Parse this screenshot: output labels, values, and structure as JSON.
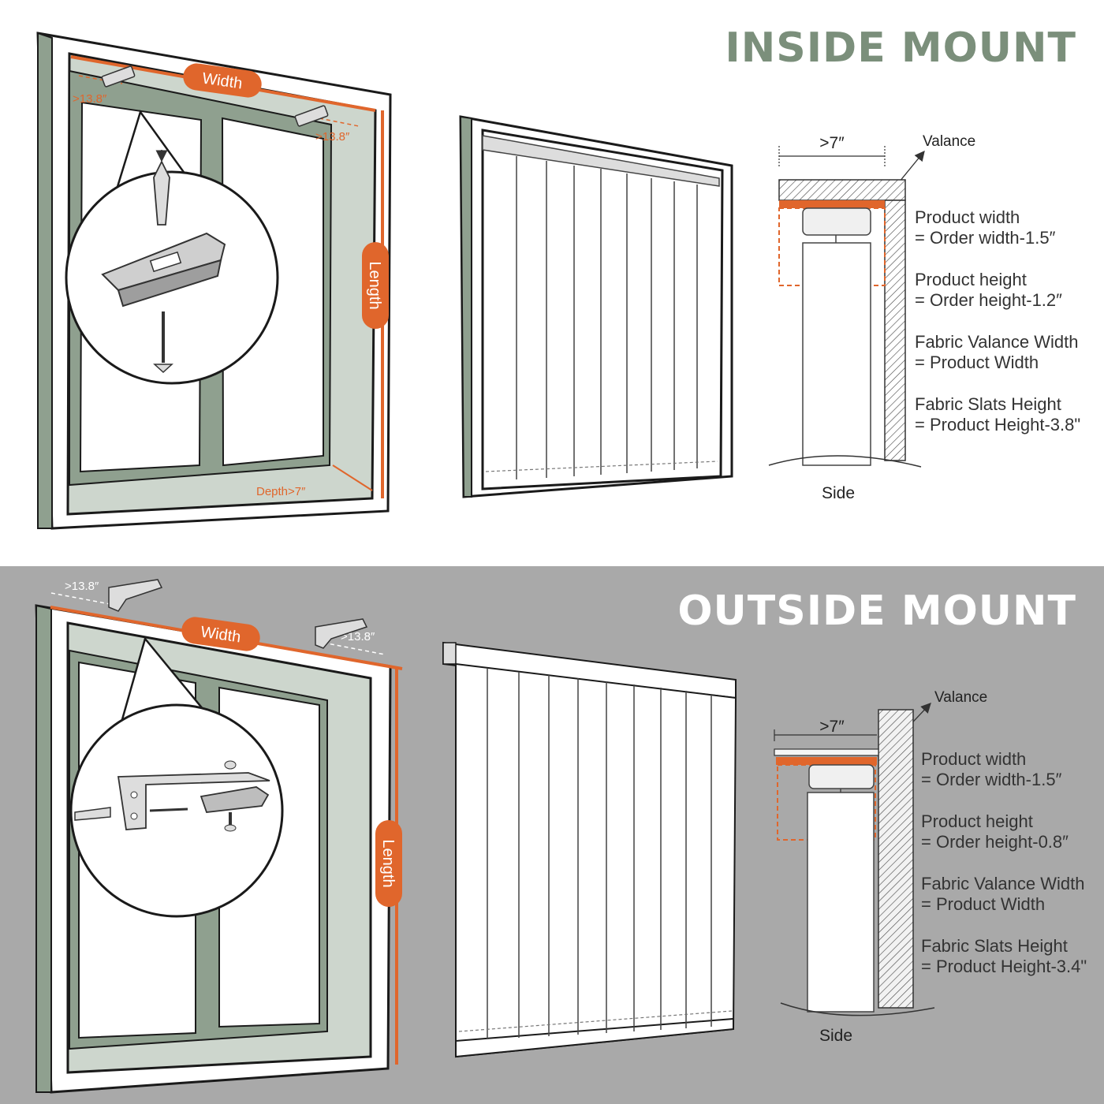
{
  "colors": {
    "inside_title": "#7b8f7b",
    "outside_title": "#ffffff",
    "accent_orange": "#e0662c",
    "frame_green": "#8fa08f",
    "glass_tint": "#cdd6cd",
    "outside_bg": "#a9a9a9",
    "outline": "#1a1a1a"
  },
  "inside": {
    "title": "INSIDE MOUNT",
    "width_label": "Width",
    "length_label": "Length",
    "bracket_gap_left": ">13.8″",
    "bracket_gap_right": ">13.8″",
    "depth_label": "Depth>7″",
    "side_depth_label": ">7″",
    "valance_label": "Valance",
    "side_label": "Side",
    "formulas": [
      {
        "line1": "Product width",
        "line2": "= Order width-1.5″"
      },
      {
        "line1": "Product height",
        "line2": "= Order height-1.2″"
      },
      {
        "line1": "Fabric Valance Width",
        "line2": "= Product Width"
      },
      {
        "line1": "Fabric Slats Height",
        "line2": "= Product Height-3.8\""
      }
    ]
  },
  "outside": {
    "title": "OUTSIDE MOUNT",
    "width_label": "Width",
    "length_label": "Length",
    "bracket_gap_left": ">13.8″",
    "bracket_gap_right": ">13.8″",
    "side_depth_label": ">7″",
    "valance_label": "Valance",
    "side_label": "Side",
    "formulas": [
      {
        "line1": "Product width",
        "line2": "= Order width-1.5″"
      },
      {
        "line1": "Product height",
        "line2": "= Order height-0.8″"
      },
      {
        "line1": "Fabric Valance Width",
        "line2": "= Product Width"
      },
      {
        "line1": "Fabric Slats Height",
        "line2": "= Product Height-3.4\""
      }
    ]
  }
}
